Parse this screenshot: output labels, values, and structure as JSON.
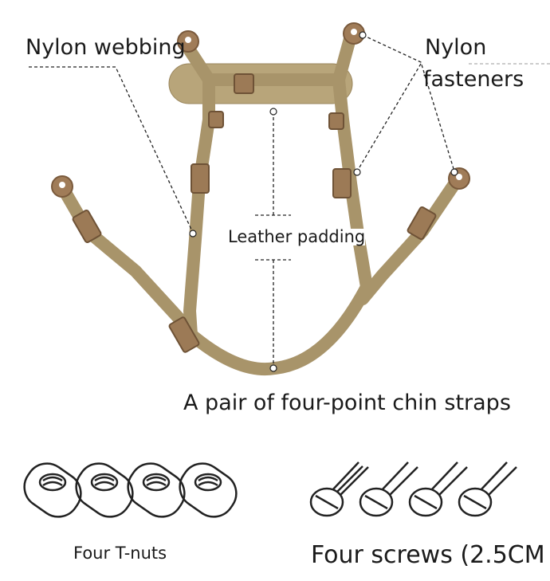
{
  "labels": {
    "nylon_webbing": "Nylon webbing",
    "nylon_fasteners_1": "Nylon",
    "nylon_fasteners_2": "fasteners",
    "leather_padding": "Leather padding",
    "chin_straps": "A pair of four-point chin straps",
    "t_nuts": "Four T-nuts",
    "screws": "Four screws (2.5CM"
  },
  "colors": {
    "strap": "#a8946a",
    "strap_dark": "#8a7650",
    "pad": "#b8a57a",
    "hardware": "#2a2a2a"
  }
}
